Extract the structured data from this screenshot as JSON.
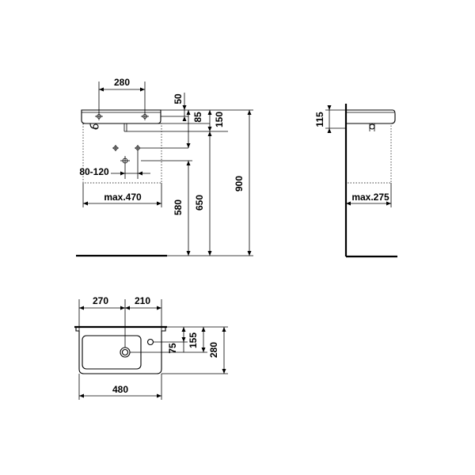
{
  "front_view": {
    "dims": {
      "top_width": "280",
      "v50": "50",
      "v85": "85",
      "v150": "150",
      "v80_120": "80-120",
      "max470": "max.470",
      "h580": "580",
      "h650": "650",
      "h900": "900"
    }
  },
  "side_view": {
    "dims": {
      "h115": "115",
      "max275": "max.275"
    }
  },
  "top_view": {
    "dims": {
      "w270": "270",
      "w210": "210",
      "d75": "75",
      "d155": "155",
      "d280": "280",
      "w480": "480"
    }
  }
}
